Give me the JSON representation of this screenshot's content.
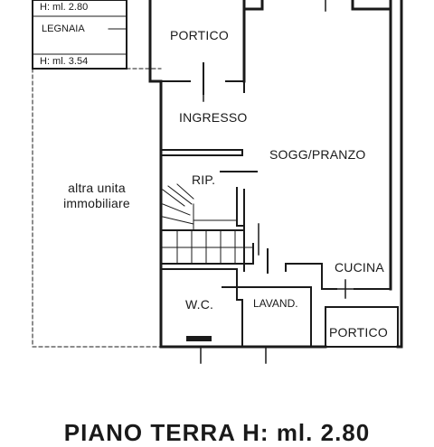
{
  "rooms": {
    "legnaia": "LEGNAIA",
    "legnaia_h1": "H: ml. 2.80",
    "legnaia_h2": "H: ml. 3.54",
    "portico_top": "PORTICO",
    "ingresso": "INGRESSO",
    "sogg_pranzo": "SOGG/PRANZO",
    "rip": "RIP.",
    "altra_unita_1": "altra unita",
    "altra_unita_2": "immobiliare",
    "cucina": "CUCINA",
    "wc": "W.C.",
    "lavand": "LAVAND.",
    "portico_bottom": "PORTICO"
  },
  "footer": {
    "title": "PIANO TERRA H: ml. 2.80"
  }
}
